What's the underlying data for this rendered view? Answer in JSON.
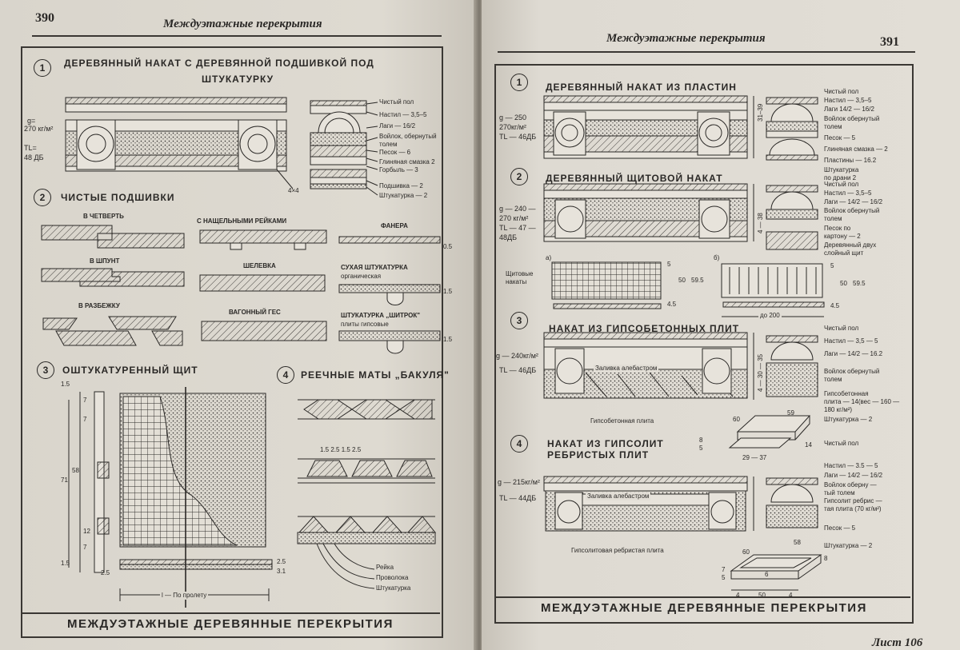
{
  "left_page": {
    "page_number": "390",
    "running_head": "Междуэтажные перекрытия",
    "s1": {
      "num": "1",
      "title_line1": "ДЕРЕВЯННЫЙ НАКАТ С ДЕРЕВЯННОЙ ПОДШИВКОЙ ПОД",
      "title_line2": "ШТУКАТУРКУ",
      "g": "g=",
      "mass": "270 кг/м²",
      "tl1": "TL=",
      "tl2": "48 ДБ",
      "mark": "4×4",
      "labels": [
        "Чистый пол",
        "Настил — 3,5–5",
        "Лаги — 16/2",
        "Войлок, обернутый",
        "толем",
        "Песок — 6",
        "Глиняная смазка 2",
        "Горбыль — 3",
        "Подшивка — 2",
        "Штукатурка — 2"
      ]
    },
    "s2": {
      "num": "2",
      "title": "ЧИСТЫЕ ПОДШИВКИ",
      "items": [
        "В ЧЕТВЕРТЬ",
        "С НАЩЕЛЬНЫМИ РЕЙКАМИ",
        "ФАНЕРА",
        "В ШПУНТ",
        "ШЕЛЕВКА",
        "СУХАЯ ШТУКАТУРКА",
        "органическая",
        "В РАЗБЕЖКУ",
        "ВАГОННЫЙ ГЕС",
        "ШТУКАТУРКА „ШИТРОК\"",
        "плиты гипсовые"
      ],
      "dims": [
        "0.5",
        "1.5",
        "1.5"
      ]
    },
    "s3": {
      "num": "3",
      "title": "ОШТУКАТУРЕННЫЙ ЩИТ",
      "dims": [
        "1.5",
        "7",
        "7",
        "58",
        "71",
        "12",
        "7",
        "1.5",
        "2.5",
        "2.5",
        "3.1"
      ],
      "span": "l — По пролету"
    },
    "s4": {
      "num": "4",
      "title": "РЕЕЧНЫЕ МАТЫ „БАКУЛЯ\"",
      "dims": "1.5  2.5  1.5  2.5",
      "labels": [
        "Рейка",
        "Проволока",
        "Штукатурка"
      ]
    },
    "footer": "МЕЖДУЭТАЖНЫЕ ДЕРЕВЯННЫЕ ПЕРЕКРЫТИЯ"
  },
  "right_page": {
    "page_number": "391",
    "running_head": "Междуэтажные перекрытия",
    "s1": {
      "num": "1",
      "title": "ДЕРЕВЯННЫЙ НАКАТ ИЗ ПЛАСТИН",
      "g": "g — 250",
      "mass": "270кг/м²",
      "tl": "TL — 46ДБ",
      "height": "31–39",
      "labels": [
        "Чистый пол",
        "Настил — 3,5–5",
        "Лаги 14/2 — 16/2",
        "Войлок обернутый",
        "толем",
        "Песок — 5",
        "Глиняная смазка — 2",
        "Пластины — 16.2",
        "Штукатурка",
        "по драни 2"
      ]
    },
    "s2": {
      "num": "2",
      "title": "ДЕРЕВЯННЫЙ ЩИТОВОЙ НАКАТ",
      "g": "g — 240 —",
      "mass": "270 кг/м²",
      "tl1": "TL — 47 —",
      "tl2": "48ДБ",
      "height": "4 — 38",
      "labels": [
        "Чистый пол",
        "Настил — 3,5–5",
        "Лаги — 14/2 — 16/2",
        "Войлок обернутый",
        "толем",
        "Песок по",
        "картону — 2",
        "Деревянный двух",
        "слойный щит"
      ],
      "shield_label1": "Щитовые",
      "shield_label2": "накаты",
      "a": "а)",
      "b": "б)",
      "dims_a": [
        "5",
        "50",
        "59.5",
        "4.5"
      ],
      "dims_b": [
        "5",
        "50",
        "59.5",
        "4.5"
      ],
      "span": "до 200"
    },
    "s3": {
      "num": "3",
      "title": "НАКАТ ИЗ ГИПСОБЕТОННЫХ ПЛИТ",
      "g": "g — 240кг/м²",
      "tl": "TL — 46ДБ",
      "fill": "Заливка алебастром",
      "height": "4 — 30 — 35",
      "labels": [
        "Чистый пол",
        "Настил — 3,5 — 5",
        "Лаги — 14/2 — 16.2",
        "Войлок обернутый",
        "толем",
        "Гипсобетонная",
        "плита — 14(вес — 160 —",
        "180 кг/м²)",
        "Штукатурка — 2"
      ],
      "plate": "Гипсобетонная плита",
      "plate_dims": [
        "60",
        "59"
      ]
    },
    "s4": {
      "num": "4",
      "title_line1": "НАКАТ ИЗ ГИПСОЛИТ",
      "title_line2": "РЕБРИСТЫХ ПЛИТ",
      "g": "g — 215кг/м²",
      "tl": "TL — 44ДБ",
      "fill": "Заливка алебастром",
      "dims_top": [
        "8",
        "5",
        "29 — 37",
        "14"
      ],
      "labels": [
        "Чистый пол",
        "Настил — 3.5 — 5",
        "Лаги — 14/2 — 16/2",
        "Войлок оберну —",
        "тый толем",
        "Гипсолит ребрис —",
        "тая плита (70 кг/м²)",
        "Песок — 5",
        "Штукатурка — 2"
      ],
      "plate": "Гипсолитовая ребристая плита",
      "plate_dims": [
        "58",
        "60",
        "8",
        "7",
        "6",
        "5",
        "4",
        "50",
        "4"
      ]
    },
    "footer": "МЕЖДУЭТАЖНЫЕ ДЕРЕВЯННЫЕ ПЕРЕКРЫТИЯ",
    "sheet": "Лист 106"
  }
}
